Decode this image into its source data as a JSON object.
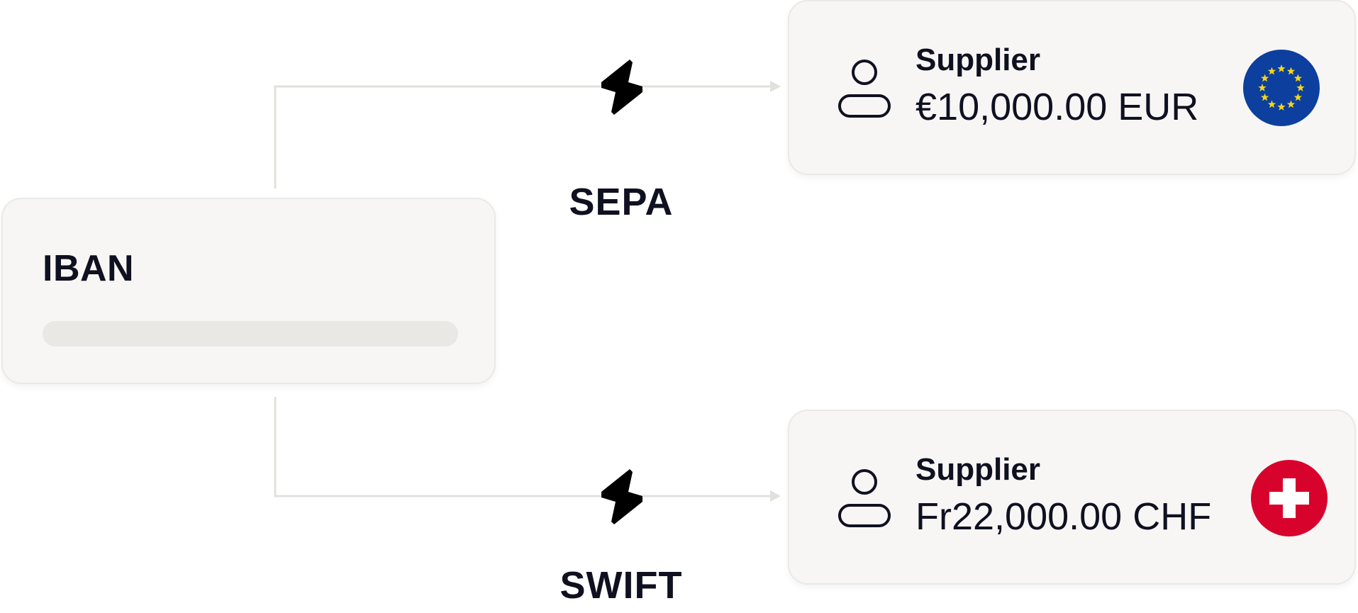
{
  "source": {
    "title": "IBAN"
  },
  "routes": [
    {
      "rail": "SEPA",
      "icon": "lightning-bolt-icon"
    },
    {
      "rail": "SWIFT",
      "icon": "lightning-bolt-icon"
    }
  ],
  "destinations": [
    {
      "title": "Supplier",
      "amount": "€10,000.00 EUR",
      "flag": "eu-flag-icon",
      "flag_color": "#0c3f9e",
      "star_color": "#f5d51a"
    },
    {
      "title": "Supplier",
      "amount": "Fr22,000.00 CHF",
      "flag": "swiss-flag-icon",
      "flag_color": "#d8032c",
      "cross_color": "#ffffff"
    }
  ],
  "colors": {
    "card_bg": "#f7f6f5",
    "card_border": "#ebe9e6",
    "connector": "#e2e0dc",
    "text": "#0f1020"
  }
}
